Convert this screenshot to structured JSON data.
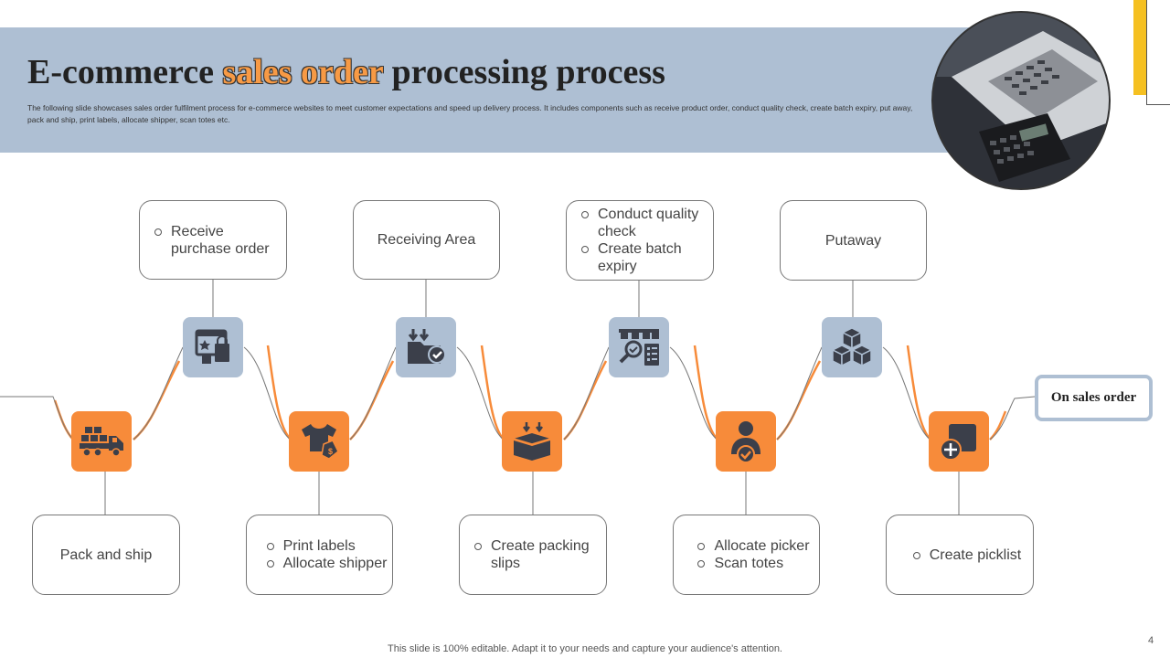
{
  "header": {
    "title_part1": "E-commerce ",
    "title_highlight": "sales order",
    "title_part2": " processing process",
    "subtitle": "The following slide showcases sales order fulfilment process for e-commerce websites to meet customer expectations and speed up delivery process. It includes components such as receive product order, conduct quality check, create batch expiry, put away, pack and ship, print labels, allocate shipper, scan totes etc."
  },
  "top_steps": [
    {
      "items": [
        "Receive purchase order"
      ],
      "icon": "web-shopping-icon"
    },
    {
      "text": "Receiving Area",
      "icon": "inbound-folder-icon"
    },
    {
      "items": [
        "Conduct quality check",
        "Create batch expiry"
      ],
      "icon": "quality-check-icon"
    },
    {
      "text": "Putaway",
      "icon": "stacked-boxes-icon"
    }
  ],
  "bottom_steps": [
    {
      "text": "Pack and ship",
      "icon": "delivery-truck-icon"
    },
    {
      "items": [
        "Print labels",
        "Allocate shipper"
      ],
      "icon": "tshirt-tag-icon"
    },
    {
      "items": [
        "Create packing slips"
      ],
      "icon": "open-box-icon"
    },
    {
      "items": [
        "Allocate picker",
        "Scan totes"
      ],
      "icon": "user-check-icon"
    },
    {
      "items": [
        "Create picklist"
      ],
      "icon": "add-document-icon"
    }
  ],
  "end_label": "On sales order",
  "footer": "This slide is 100% editable. Adapt it to your needs and capture your audience's attention.",
  "page_number": "4",
  "colors": {
    "accent_orange": "#f78b3a",
    "accent_blue": "#aebfd3",
    "accent_yellow": "#f5c021"
  }
}
